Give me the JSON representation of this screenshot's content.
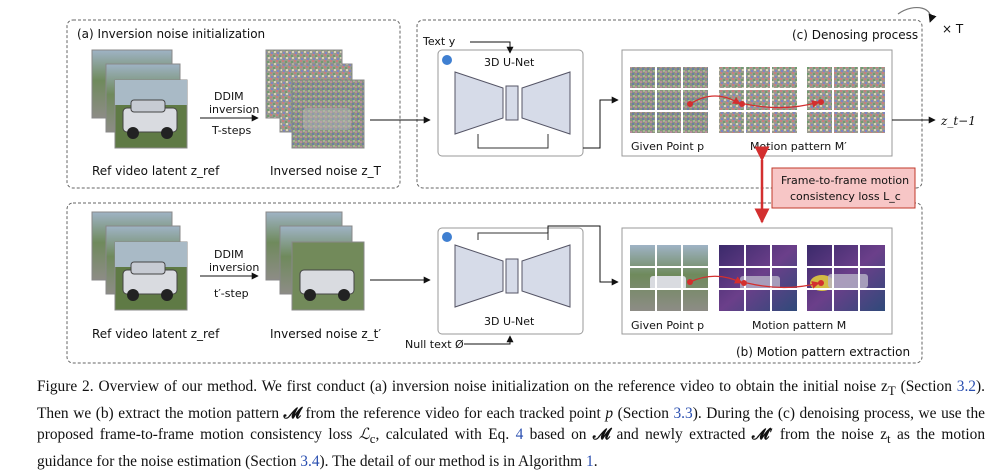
{
  "figure": {
    "panel_a_title": "(a) Inversion noise initialization",
    "panel_b_title": "(b) Motion pattern extraction",
    "panel_c_title": "(c) Denosing process",
    "times_t": "× T",
    "text_y": "Text y",
    "null_text": "Null text Ø",
    "unet_label_top": "3D U-Net",
    "unet_label_bottom": "3D U-Net",
    "ddim_top": "DDIM",
    "inversion_top": "inversion",
    "steps_top": "T-steps",
    "ddim_bottom": "DDIM",
    "inversion_bottom": "inversion",
    "steps_bottom": "t′-step",
    "ref_latent_top": "Ref video latent z_ref",
    "inversed_noise_top": "Inversed noise z_T",
    "ref_latent_bottom": "Ref video latent z_ref",
    "inversed_noise_bottom": "Inversed noise z_t′",
    "given_point_top": "Given Point p",
    "motion_pattern_top": "Motion pattern M′",
    "given_point_bottom": "Given Point p",
    "motion_pattern_bottom": "Motion pattern M",
    "output_label": "z_t−1",
    "loss_line1": "Frame-to-frame motion",
    "loss_line2": "consistency loss L_c"
  },
  "caption": {
    "s1": "Figure 2. Overview of our method. We first conduct (a) inversion noise initialization on the reference video to obtain the initial noise z",
    "s1_sub": "T",
    "s2": "(Section ",
    "ref1": "3.2",
    "s3": "). Then we (b) extract the motion pattern ",
    "M": "𝓜",
    "s4": " from the reference video for each tracked point ",
    "p": "p",
    "s5": " (Section ",
    "ref2": "3.3",
    "s6": "). During the (c) denoising process, we use the proposed frame-to-frame motion consistency loss ",
    "Lc": "ℒ",
    "Lc_sub": "c",
    "s7": ", calculated with Eq. ",
    "ref3": "4",
    "s8": " based on ",
    "M2": "𝓜",
    "s9": " and newly extracted ",
    "M3": "𝓜′",
    "s10": " from the noise z",
    "zt_sub": "t",
    "s11": " as the motion guidance for the noise estimation (Section ",
    "ref4": "3.4",
    "s12": "). The detail of our method is in Algorithm ",
    "ref5": "1",
    "s13": "."
  },
  "colors": {
    "loss_box_fill": "#f7c6c6",
    "loss_box_stroke": "#c0392b",
    "arrow_red": "#d32f2f",
    "unet_fill": "#d6dbe8",
    "link_blue": "#2a4fb0"
  }
}
